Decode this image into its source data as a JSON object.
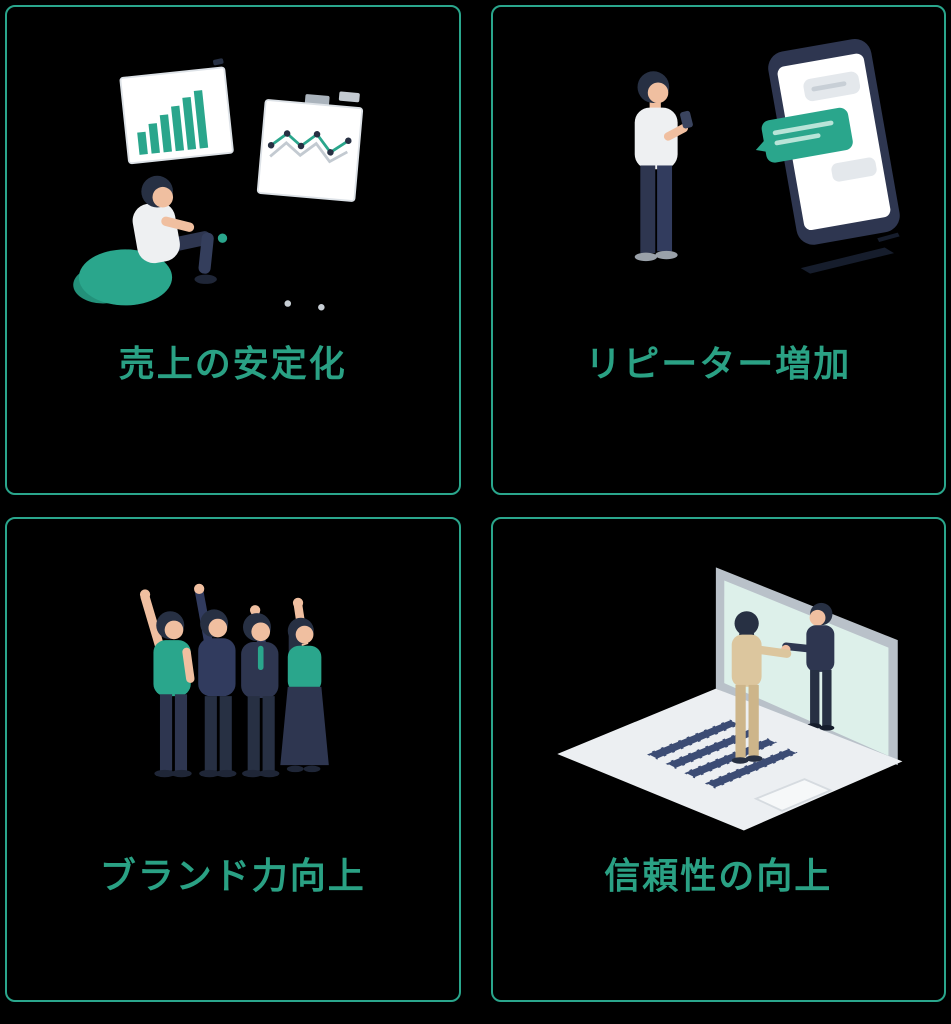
{
  "page": {
    "background_color": "#000000"
  },
  "theme": {
    "accent_color": "#2aa68c",
    "card_border_color": "#2aa68c",
    "label_color": "#2aa184",
    "navy_color": "#2e3650",
    "skin_color": "#f0bfa0",
    "board_white": "#ffffff"
  },
  "cards": [
    {
      "id": "sales-stability",
      "label": "売上の安定化",
      "illustration": "person-viewing-bar-and-line-charts"
    },
    {
      "id": "repeat-customers",
      "label": "リピーター増加",
      "illustration": "person-with-smartphone-chat"
    },
    {
      "id": "brand-power",
      "label": "ブランド力向上",
      "illustration": "team-raising-arms"
    },
    {
      "id": "trust-improvement",
      "label": "信頼性の向上",
      "illustration": "laptop-screen-handshake"
    }
  ]
}
